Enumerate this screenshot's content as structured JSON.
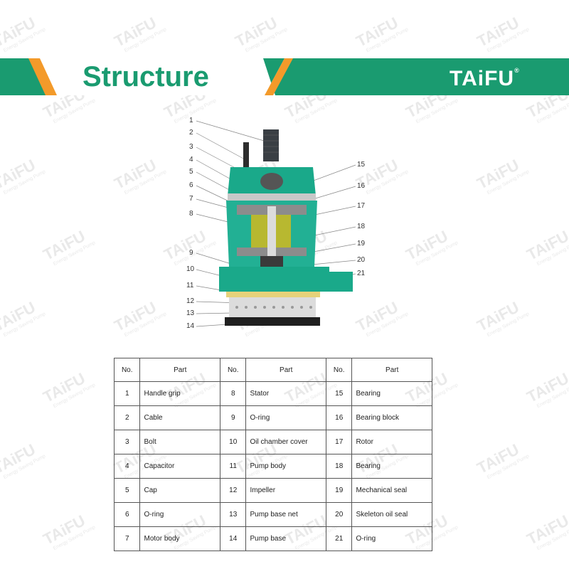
{
  "header": {
    "title": "Structure",
    "logo_text": "TAiFU",
    "logo_mark": "®",
    "primary_color": "#1a9b70",
    "accent_color": "#f39a2a"
  },
  "watermark": {
    "brand": "TAiFU",
    "tagline": "Energy Saving Pump"
  },
  "diagram": {
    "callouts": [
      "1",
      "2",
      "3",
      "4",
      "5",
      "6",
      "7",
      "8",
      "9",
      "10",
      "11",
      "12",
      "13",
      "14",
      "15",
      "16",
      "17",
      "18",
      "19",
      "20",
      "21"
    ]
  },
  "table": {
    "headers": [
      "No.",
      "Part",
      "No.",
      "Part",
      "No.",
      "Part"
    ],
    "rows": [
      [
        "1",
        "Handle grip",
        "8",
        "Stator",
        "15",
        "Bearing"
      ],
      [
        "2",
        "Cable",
        "9",
        "O-ring",
        "16",
        "Bearing block"
      ],
      [
        "3",
        "Bolt",
        "10",
        "Oil chamber cover",
        "17",
        "Rotor"
      ],
      [
        "4",
        "Capacitor",
        "11",
        "Pump body",
        "18",
        "Bearing"
      ],
      [
        "5",
        "Cap",
        "12",
        "Impeller",
        "19",
        "Mechanical seal"
      ],
      [
        "6",
        "O-ring",
        "13",
        "Pump base net",
        "20",
        "Skeleton oil seal"
      ],
      [
        "7",
        "Motor body",
        "14",
        "Pump base",
        "21",
        "O-ring"
      ]
    ]
  }
}
